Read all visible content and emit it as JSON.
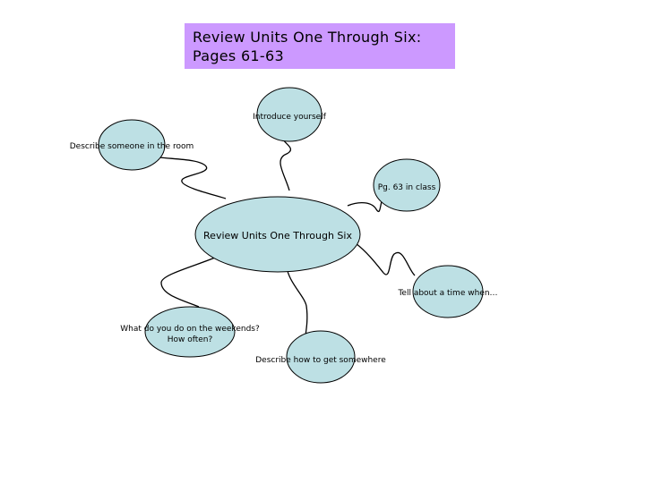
{
  "title": {
    "line1": "Review Units One Through Six:",
    "line2": "Pages 61-63",
    "background": "#cc99ff"
  },
  "colors": {
    "node_fill": "#bde0e4",
    "node_stroke": "#000000",
    "connector": "#000000"
  },
  "center": {
    "label": "Review Units One Through Six"
  },
  "nodes": [
    {
      "id": "introduce-yourself",
      "label": [
        "Introduce yourself"
      ]
    },
    {
      "id": "describe-someone",
      "label": [
        "Describe someone in the room"
      ]
    },
    {
      "id": "pg-63",
      "label": [
        "Pg. 63 in class"
      ]
    },
    {
      "id": "tell-about-time",
      "label": [
        "Tell about a time when…"
      ]
    },
    {
      "id": "weekends",
      "label": [
        "What do you do on the weekends?",
        "How often?"
      ]
    },
    {
      "id": "get-somewhere",
      "label": [
        "Describe how to get somewhere"
      ]
    }
  ]
}
